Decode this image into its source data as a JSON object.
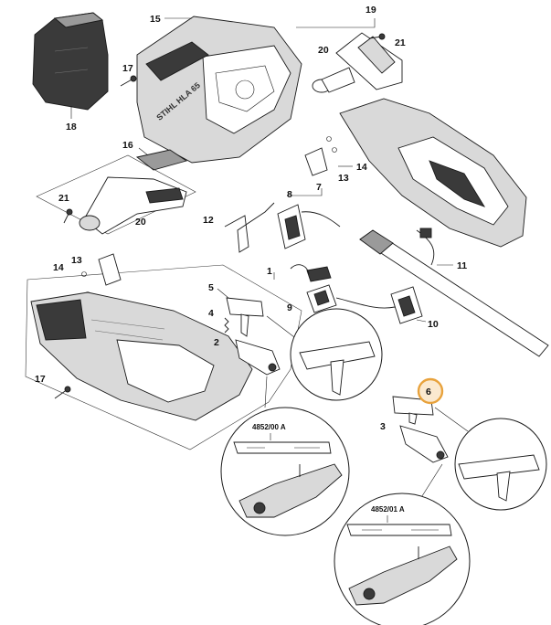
{
  "callouts": {
    "c1": "1",
    "c2a": "2",
    "c3": "3",
    "c4": "4",
    "c5": "5",
    "c6": "6",
    "c7": "7",
    "c8": "8",
    "c9": "9",
    "c10": "10",
    "c11": "11",
    "c12": "12",
    "c13a": "13",
    "c13b": "13",
    "c14a": "14",
    "c14b": "14",
    "c15": "15",
    "c16": "16",
    "c17a": "17",
    "c17b": "17",
    "c18": "18",
    "c19": "19",
    "c20a": "20",
    "c20b": "20",
    "c21a": "21",
    "c21b": "21"
  },
  "detail_labels": {
    "code_a": "4852/00 A",
    "code_b": "4852/01 A"
  },
  "brand_marks": {
    "housing_logo": "STIHL HLA 65"
  },
  "colors": {
    "highlight_ring": "#e8a23c",
    "highlight_fill": "#fbe9cf",
    "line": "#1a1a1a"
  }
}
